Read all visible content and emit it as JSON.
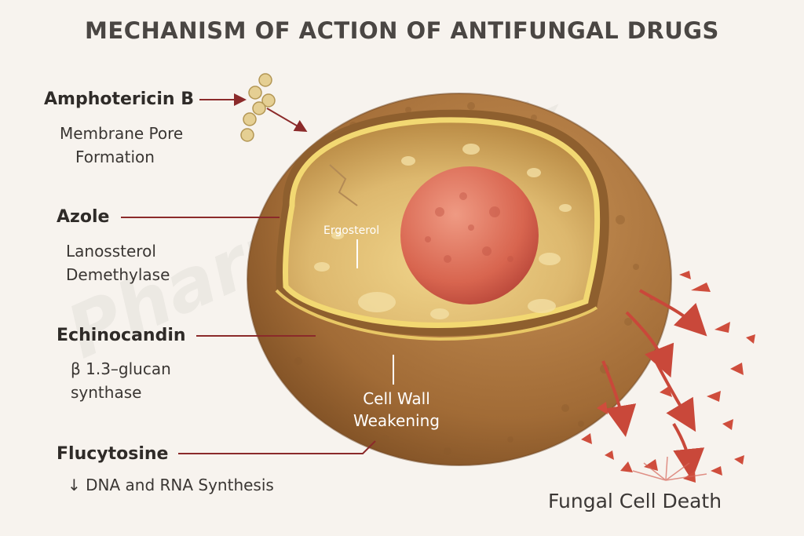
{
  "title": "MECHANISM OF ACTION OF ANTIFUNGAL DRUGS",
  "watermark": "PharmaFreak",
  "drugs": [
    {
      "name": "Amphotericin B",
      "line1": "Membrane Pore",
      "line2": "Formation"
    },
    {
      "name": "Azole",
      "line1": "Lanossterol",
      "line2": "Demethylase"
    },
    {
      "name": "Echinocandin",
      "line1": "β 1.3–glucan",
      "line2": "synthase"
    },
    {
      "name": "Flucytosine",
      "line1": "↓ DNA and RNA Synthesis"
    }
  ],
  "cell_labels": {
    "ergosterol": "Ergosterol",
    "cell_wall_1": "Cell Wall",
    "cell_wall_2": "Weakening"
  },
  "outcome": "Fungal Cell Death",
  "colors": {
    "leader_line": "#8b2a2a",
    "outer_wall": "#a9733c",
    "membrane": "#e6c25a",
    "cytoplasm": "#dcb66c",
    "nucleus": "#d96f5a",
    "debris": "#c9483a"
  }
}
